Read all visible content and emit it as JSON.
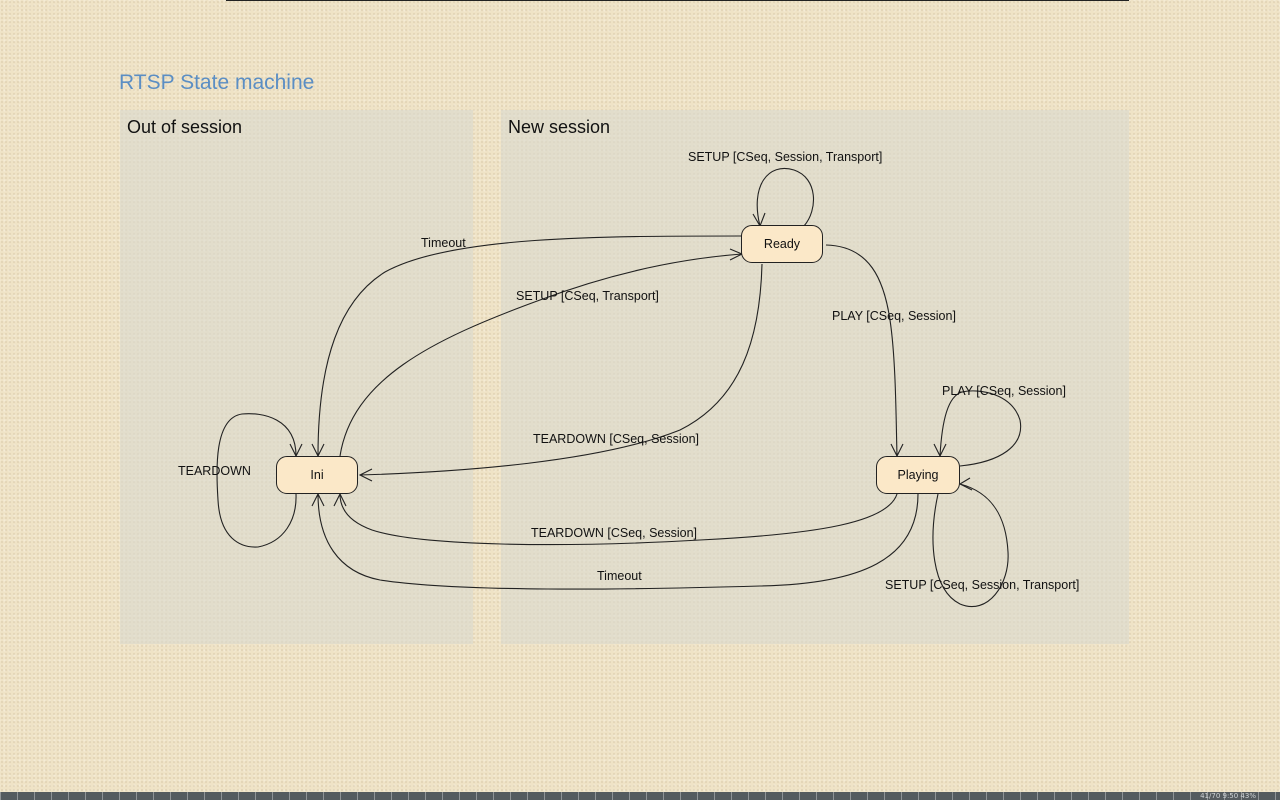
{
  "title": "RTSP State machine",
  "regions": {
    "out_of_session": "Out of session",
    "new_session": "New session"
  },
  "states": {
    "ini": "Ini",
    "ready": "Ready",
    "playing": "Playing"
  },
  "transitions": {
    "ini_self": "TEARDOWN",
    "ready_to_ini_timeout": "Timeout",
    "ini_to_ready_setup": "SETUP [CSeq, Transport]",
    "ready_self_setup": "SETUP [CSeq, Session, Transport]",
    "ready_to_playing_play": "PLAY [CSeq, Session]",
    "ready_to_ini_teardown": "TEARDOWN [CSeq, Session]",
    "playing_self_play": "PLAY [CSeq, Session]",
    "playing_to_ini_teardown": "TEARDOWN [CSeq, Session]",
    "playing_to_ini_timeout": "Timeout",
    "playing_self_setup": "SETUP [CSeq, Session, Transport]"
  },
  "colors": {
    "title": "#5b8ec4",
    "state_fill": "#fbe8c8",
    "region_fill": "#dadace",
    "line": "#222222"
  },
  "status_bar": {
    "text": "41/70 9:50 43%"
  }
}
